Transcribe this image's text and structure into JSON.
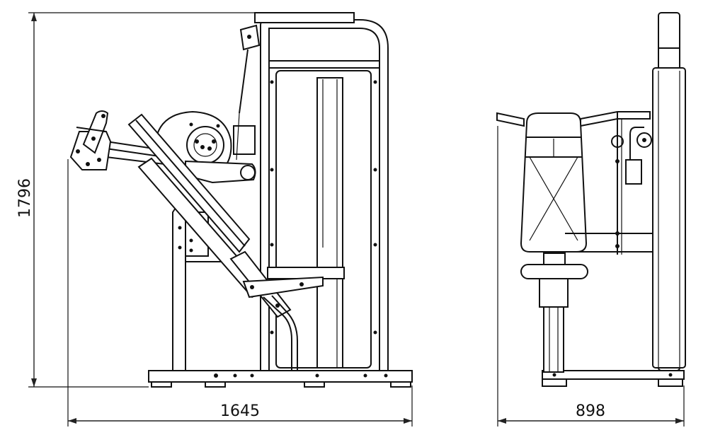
{
  "dimensions": {
    "height_label": "1796",
    "side_width_label": "1645",
    "front_width_label": "898"
  }
}
